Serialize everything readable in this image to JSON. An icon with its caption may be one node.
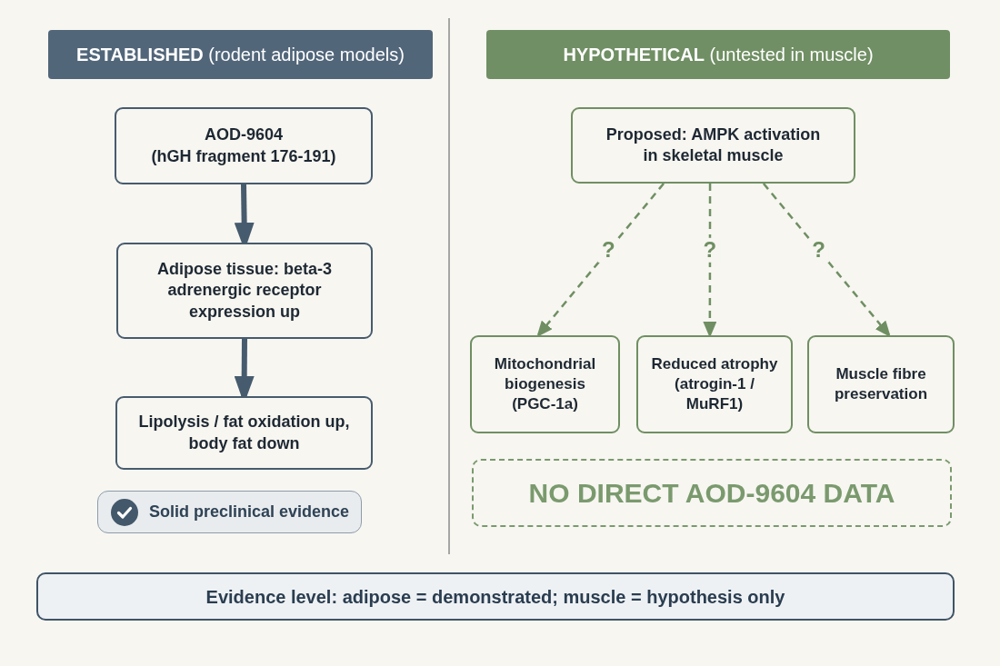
{
  "diagram": {
    "nodes": [
      {
        "text": [
          "**ESTABLISHED** (rodent adipose models)"
        ]
      },
      {
        "text": [
          "**HYPOTHETICAL** (untested in muscle)"
        ]
      },
      {
        "text": [
          "AOD-9604",
          "(hGH fragment 176-191)"
        ]
      },
      {
        "text": [
          "Adipose tissue: beta-3 adrenergic receptor expression up"
        ]
      },
      {
        "text": [
          "Lipolysis / fat oxidation up, body fat down"
        ]
      },
      {
        "text": [
          "Solid preclinical evidence"
        ]
      },
      {
        "text": [
          "Proposed: AMPK activation in skeletal muscle"
        ]
      },
      {
        "text": [
          "Mitochondrial biogenesis (PGC-1a)"
        ]
      },
      {
        "text": [
          "Reduced atrophy (atrogin-1 / MuRF1)"
        ]
      },
      {
        "text": [
          "Muscle fibre preservation"
        ]
      },
      {
        "text": [
          "NO DIRECT AOD-9604 DATA"
        ]
      },
      {
        "text": [
          "Evidence level: adipose = demonstrated; muscle = hypothesis only"
        ]
      }
    ],
    "edges": [
      {
        "from": 2,
        "to": 3,
        "arrow": "to",
        "style": "thick",
        "color": "#475b6e"
      },
      {
        "from": 3,
        "to": 4,
        "arrow": "to",
        "style": "thick",
        "color": "#475b6e"
      },
      {
        "from": 6,
        "to": 7,
        "arrow": "to",
        "label": "?",
        "style": "dashed",
        "color": "#6f8f62"
      },
      {
        "from": 6,
        "to": 8,
        "arrow": "to",
        "label": "?",
        "style": "dashed",
        "color": "#6f8f62"
      },
      {
        "from": 6,
        "to": 9,
        "arrow": "to",
        "label": "?",
        "style": "dashed",
        "color": "#6f8f62"
      }
    ]
  }
}
